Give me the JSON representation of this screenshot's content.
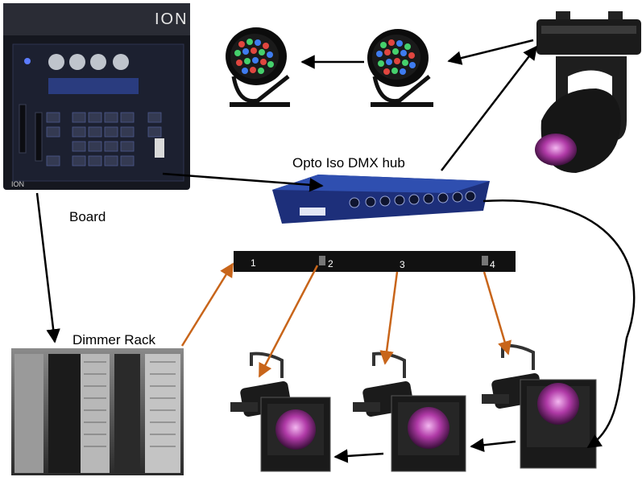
{
  "labels": {
    "board": "Board",
    "hub": "Opto Iso DMX hub",
    "dimmer_rack": "Dimmer Rack"
  },
  "devices": {
    "console_brand": "ION",
    "console_brand_small": "ION",
    "bar_numbers": [
      "1",
      "2",
      "3",
      "4"
    ]
  },
  "colors": {
    "dmx_arrow": "#000000",
    "power_arrow": "#c8651a",
    "console_body": "#1a1d28",
    "hub_body": "#1d2f7a"
  }
}
